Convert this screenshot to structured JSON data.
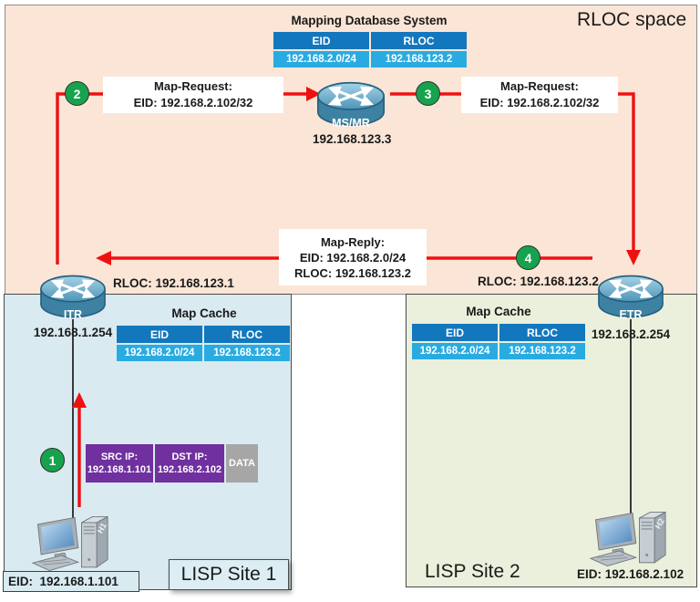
{
  "colors": {
    "rloc_bg": "#FBE5D6",
    "site1_bg": "#D9EAF1",
    "site2_bg": "#EAF0DC",
    "table_header_blue": "#1377BD",
    "table_cell_blue": "#29ABE2",
    "arrow_red": "#EE1111",
    "badge_green": "#17A24E",
    "packet_purple": "#7030A0",
    "packet_gray": "#A6A6A6"
  },
  "rloc_space": {
    "title": "RLOC space",
    "mapping_db": {
      "title": "Mapping Database System",
      "headers": [
        "EID",
        "RLOC"
      ],
      "row": [
        "192.168.2.0/24",
        "192.168.123.2"
      ]
    },
    "msmr": {
      "name": "MS/MR",
      "ip": "192.168.123.3"
    },
    "steps": {
      "request_left": {
        "badge": "2",
        "title": "Map-Request:",
        "detail": "EID: 192.168.2.102/32"
      },
      "request_right": {
        "badge": "3",
        "title": "Map-Request:",
        "detail": "EID: 192.168.2.102/32"
      },
      "reply": {
        "badge": "4",
        "title": "Map-Reply:",
        "line2": "EID: 192.168.2.0/24",
        "line3": "RLOC: 192.168.123.2"
      }
    },
    "itr_rloc_label": "RLOC: 192.168.123.1",
    "etr_rloc_label": "RLOC: 192.168.123.2"
  },
  "site1": {
    "title": "LISP Site 1",
    "router": {
      "name": "ITR",
      "ip": "192.168.1.254"
    },
    "map_cache": {
      "title": "Map Cache",
      "headers": [
        "EID",
        "RLOC"
      ],
      "row": [
        "192.168.2.0/24",
        "192.168.123.2"
      ]
    },
    "packet": {
      "badge": "1",
      "src_title": "SRC IP:",
      "src_value": "192.168.1.101",
      "dst_title": "DST IP:",
      "dst_value": "192.168.2.102",
      "payload": "DATA"
    },
    "host": {
      "name": "H1",
      "eid_label": "EID:  192.168.1.101"
    }
  },
  "site2": {
    "title": "LISP Site 2",
    "router": {
      "name": "ETR",
      "ip": "192.168.2.254"
    },
    "map_cache": {
      "title": "Map Cache",
      "headers": [
        "EID",
        "RLOC"
      ],
      "row": [
        "192.168.2.0/24",
        "192.168.123.2"
      ]
    },
    "host": {
      "name": "H2",
      "eid_label": "EID: 192.168.2.102"
    }
  },
  "icons": {
    "router": "cisco-router-cylinder-arrows",
    "host": "desktop-pc"
  }
}
